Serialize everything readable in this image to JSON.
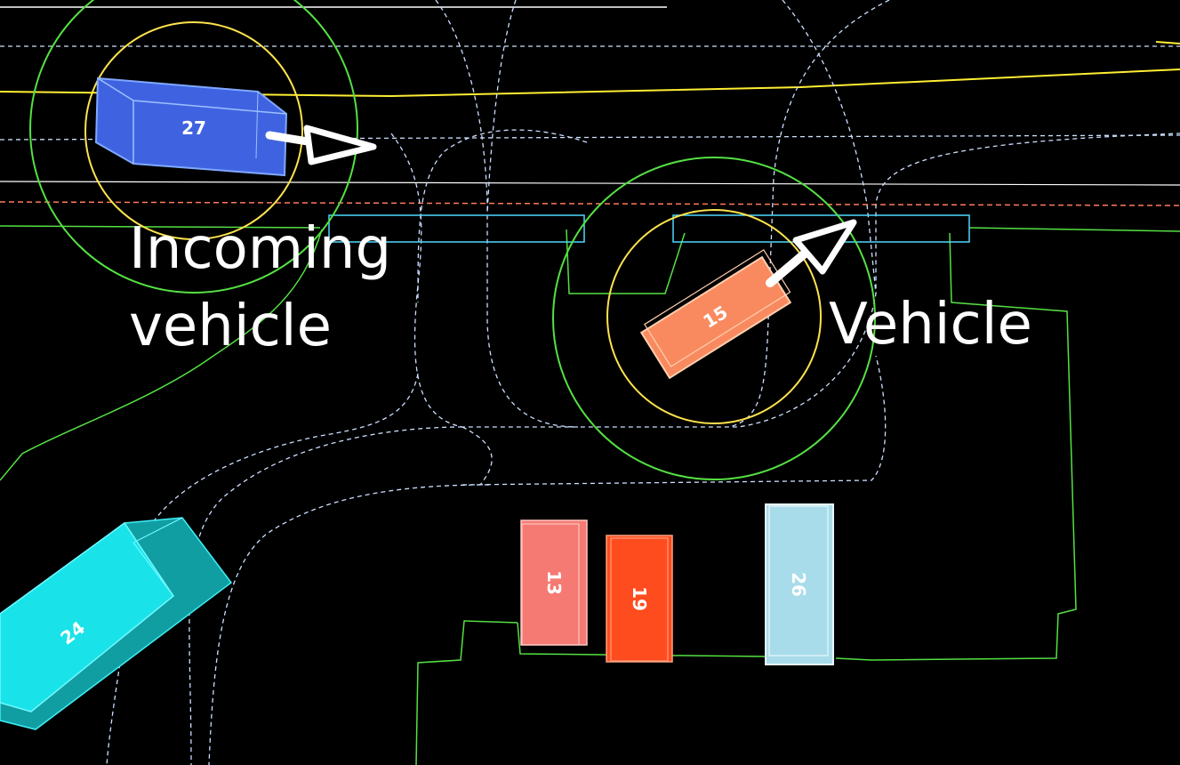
{
  "labels": {
    "incoming_line1": "Incoming",
    "incoming_line2": "vehicle",
    "vehicle": "Vehicle"
  },
  "objects": {
    "car_27": {
      "id": "27",
      "color": "#3f63e0"
    },
    "car_15": {
      "id": "15",
      "color": "#f98a5f"
    },
    "car_13": {
      "id": "13",
      "color": "#f47a73"
    },
    "car_19": {
      "id": "19",
      "color": "#ff4c1f"
    },
    "car_26": {
      "id": "26",
      "color": "#a9dcea"
    },
    "car_24": {
      "id": "24",
      "color": "#19e3e8"
    }
  },
  "colors": {
    "background": "#000000",
    "lane_boundary": "#7ed957",
    "lane_center": "#ccdfff",
    "road_edge_yellow": "#ffee33",
    "road_edge_white": "#ffffff",
    "stop_line": "#ff7a5c",
    "crosswalk": "#4fd8ff",
    "zone_inner": "#ffe34d",
    "zone_outer": "#55e043"
  }
}
